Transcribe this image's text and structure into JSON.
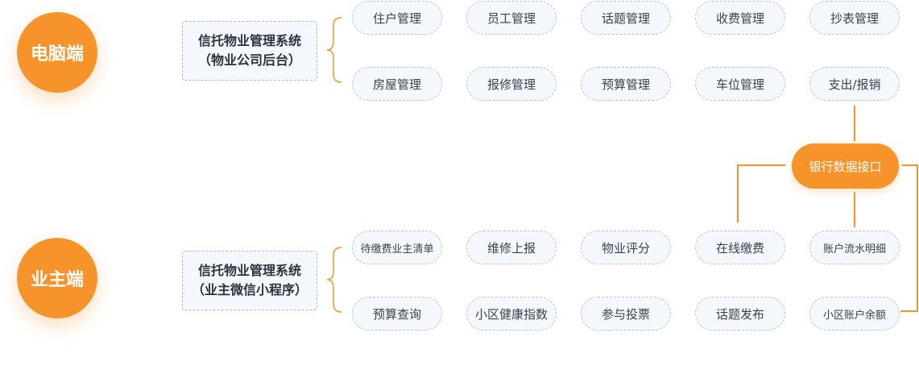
{
  "pc": {
    "label": "电脑端",
    "system_line1": "信托物业管理系统",
    "system_line2": "（物业公司后台）",
    "modules_row1": [
      "住户管理",
      "员工管理",
      "话题管理",
      "收费管理",
      "抄表管理"
    ],
    "modules_row2": [
      "房屋管理",
      "报修管理",
      "预算管理",
      "车位管理",
      "支出/报销"
    ]
  },
  "owner": {
    "label": "业主端",
    "system_line1": "信托物业管理系统",
    "system_line2": "（业主微信小程序）",
    "modules_row1": [
      "待缴费业主清单",
      "维修上报",
      "物业评分",
      "在线缴费",
      "账户流水明细"
    ],
    "modules_row2": [
      "预算查询",
      "小区健康指数",
      "参与投票",
      "话题发布",
      "小区账户余额"
    ]
  },
  "bank_interface": "银行数据接口",
  "colors": {
    "accent": "#f6932b",
    "box_bg": "#f4f7fb",
    "box_border": "#b9c3d0",
    "text": "#3a4250"
  }
}
